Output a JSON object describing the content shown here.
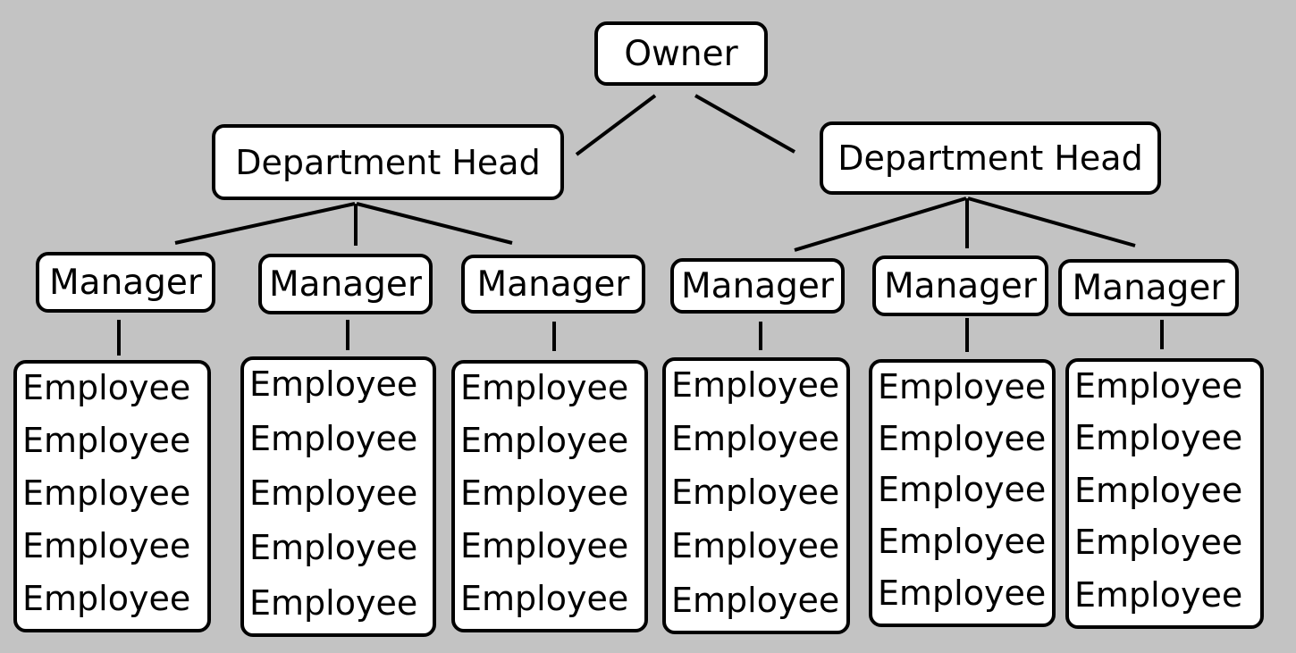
{
  "colors": {
    "background": "#c3c3c3",
    "box_fill": "#ffffff",
    "stroke": "#000000"
  },
  "owner": {
    "label": "Owner"
  },
  "departments": [
    {
      "label": "Department Head",
      "managers": [
        {
          "label": "Manager",
          "employees": [
            "Employee",
            "Employee",
            "Employee",
            "Employee",
            "Employee"
          ]
        },
        {
          "label": "Manager",
          "employees": [
            "Employee",
            "Employee",
            "Employee",
            "Employee",
            "Employee"
          ]
        },
        {
          "label": "Manager",
          "employees": [
            "Employee",
            "Employee",
            "Employee",
            "Employee",
            "Employee"
          ]
        }
      ]
    },
    {
      "label": "Department Head",
      "managers": [
        {
          "label": "Manager",
          "employees": [
            "Employee",
            "Employee",
            "Employee",
            "Employee",
            "Employee"
          ]
        },
        {
          "label": "Manager",
          "employees": [
            "Employee",
            "Employee",
            "Employee",
            "Employee",
            "Employee"
          ]
        },
        {
          "label": "Manager",
          "employees": [
            "Employee",
            "Employee",
            "Employee",
            "Employee",
            "Employee"
          ]
        }
      ]
    }
  ]
}
